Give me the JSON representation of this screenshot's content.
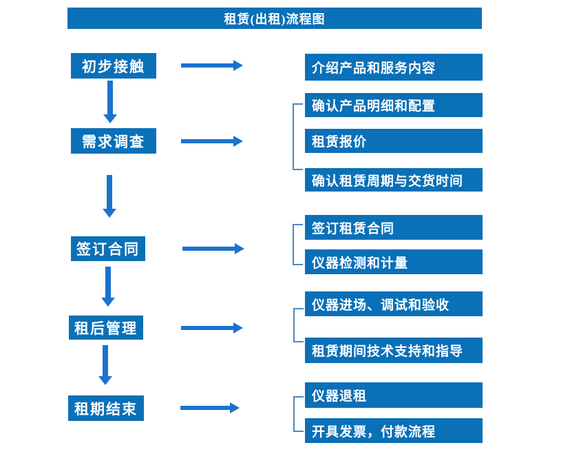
{
  "title": "租赁(出租)流程图",
  "colors": {
    "box_blue": "#0a70b8",
    "arrow_blue": "#1a73cd",
    "bracket_blue": "#4a86c6",
    "text_white": "#ffffff",
    "background": "#ffffff"
  },
  "steps": [
    {
      "label": "初步接触",
      "details": [
        "介绍产品和服务内容"
      ]
    },
    {
      "label": "需求调查",
      "details": [
        "确认产品明细和配置",
        "租赁报价",
        "确认租赁周期与交货时间"
      ]
    },
    {
      "label": "签订合同",
      "details": [
        "签订租赁合同",
        "仪器检测和计量"
      ]
    },
    {
      "label": "租后管理",
      "details": [
        "仪器进场、调试和验收",
        "租赁期间技术支持和指导"
      ]
    },
    {
      "label": "租期结束",
      "details": [
        "仪器退租",
        "开具发票，付款流程"
      ]
    }
  ]
}
